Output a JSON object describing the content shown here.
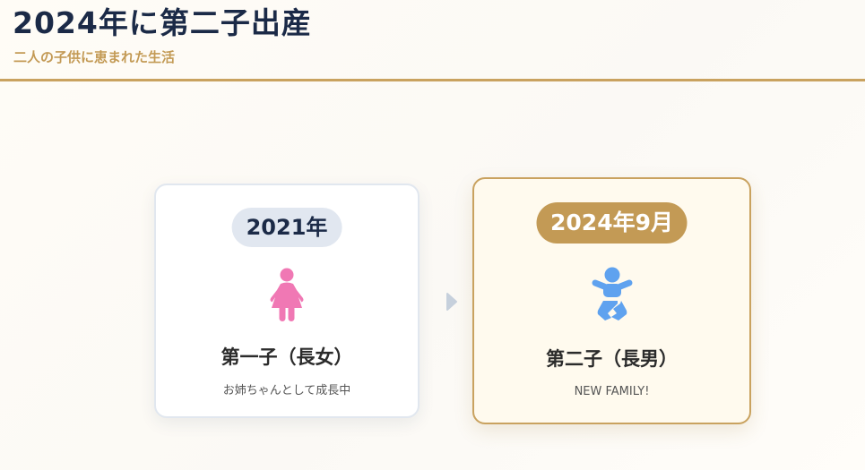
{
  "header": {
    "title": "2024年に第二子出産",
    "subtitle": "二人の子供に恵まれた生活"
  },
  "children": [
    {
      "year": "2021年",
      "label": "第一子（長女）",
      "note": "お姉ちゃんとして成長中",
      "icon": "girl-icon",
      "icon_color": "#f078b4"
    },
    {
      "year": "2024年9月",
      "label": "第二子（長男）",
      "note": "NEW FAMILY!",
      "icon": "baby-icon",
      "icon_color": "#5fa2ef"
    }
  ],
  "colors": {
    "title": "#1b2a47",
    "accent": "#c39a55",
    "first_badge_bg": "#e1e7f0",
    "second_card_bg": "#fffaee",
    "arrow": "#c6d0dc"
  }
}
